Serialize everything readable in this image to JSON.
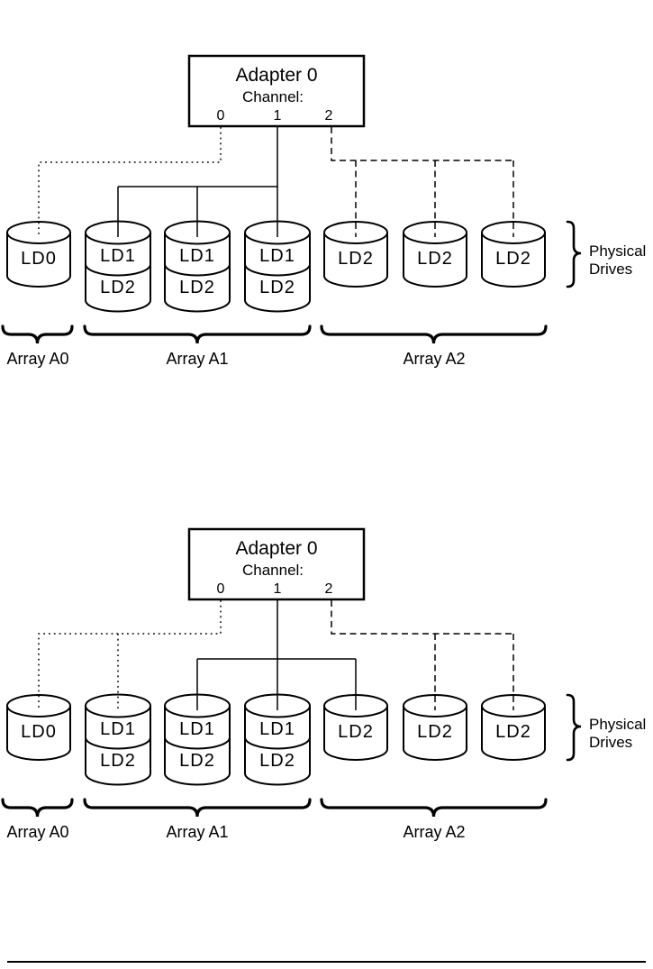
{
  "colors": {
    "ink": "#000000",
    "background": "#ffffff"
  },
  "physical_drives_brace_note": [
    "Physical",
    "Drives"
  ],
  "diagrams": [
    {
      "name": "figure-top",
      "adapter": {
        "title": "Adapter 0",
        "channel_label": "Channel:",
        "channels": [
          "0",
          "1",
          "2"
        ]
      },
      "drives": [
        {
          "labels": [
            "LD0"
          ]
        },
        {
          "labels": [
            "LD1",
            "LD2"
          ]
        },
        {
          "labels": [
            "LD1",
            "LD2"
          ]
        },
        {
          "labels": [
            "LD1",
            "LD2"
          ]
        },
        {
          "labels": [
            "LD2"
          ]
        },
        {
          "labels": [
            "LD2"
          ]
        },
        {
          "labels": [
            "LD2"
          ]
        }
      ],
      "arrays": [
        {
          "label": "Array A0"
        },
        {
          "label": "Array A1"
        },
        {
          "label": "Array A2"
        }
      ],
      "physical_drives": [
        "Physical",
        "Drives"
      ],
      "connections": [
        {
          "channel": "0",
          "line_style": "dotted",
          "connected_drive_indexes": [
            0
          ]
        },
        {
          "channel": "1",
          "line_style": "solid",
          "connected_drive_indexes": [
            1,
            2,
            3
          ]
        },
        {
          "channel": "2",
          "line_style": "dashed",
          "connected_drive_indexes": [
            4,
            5,
            6
          ]
        }
      ]
    },
    {
      "name": "figure-bottom",
      "adapter": {
        "title": "Adapter 0",
        "channel_label": "Channel:",
        "channels": [
          "0",
          "1",
          "2"
        ]
      },
      "drives": [
        {
          "labels": [
            "LD0"
          ]
        },
        {
          "labels": [
            "LD1",
            "LD2"
          ]
        },
        {
          "labels": [
            "LD1",
            "LD2"
          ]
        },
        {
          "labels": [
            "LD1",
            "LD2"
          ]
        },
        {
          "labels": [
            "LD2"
          ]
        },
        {
          "labels": [
            "LD2"
          ]
        },
        {
          "labels": [
            "LD2"
          ]
        }
      ],
      "arrays": [
        {
          "label": "Array A0"
        },
        {
          "label": "Array A1"
        },
        {
          "label": "Array A2"
        }
      ],
      "physical_drives": [
        "Physical",
        "Drives"
      ],
      "connections": [
        {
          "channel": "0",
          "line_style": "dotted",
          "connected_drive_indexes": [
            0,
            1
          ]
        },
        {
          "channel": "1",
          "line_style": "solid",
          "connected_drive_indexes": [
            2,
            3,
            4
          ]
        },
        {
          "channel": "2",
          "line_style": "dashed",
          "connected_drive_indexes": [
            5,
            6
          ]
        }
      ]
    }
  ]
}
